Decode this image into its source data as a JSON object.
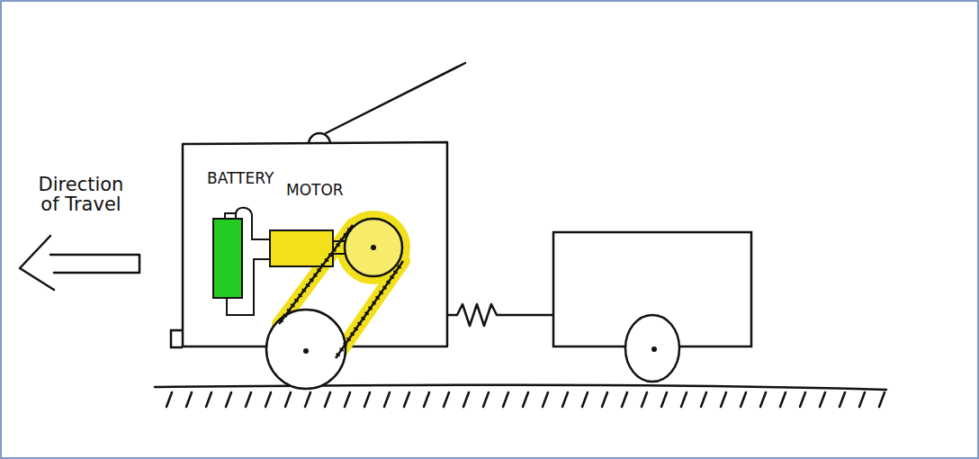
{
  "diagram": {
    "labels": [
      "Direction of Travel",
      "BATTERY",
      "MOTOR"
    ]
  }
}
